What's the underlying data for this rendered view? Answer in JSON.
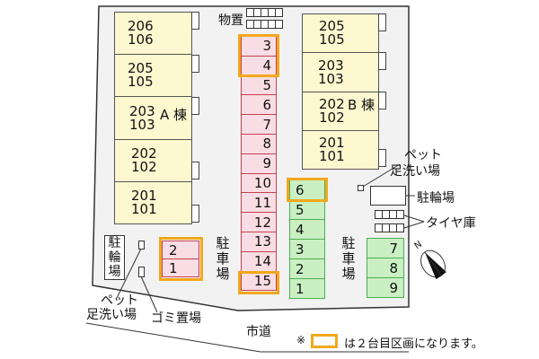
{
  "building_a": {
    "label": "A 棟",
    "units": [
      [
        "206",
        "106"
      ],
      [
        "205",
        "105"
      ],
      [
        "203",
        "103"
      ],
      [
        "202",
        "102"
      ],
      [
        "201",
        "101"
      ]
    ]
  },
  "building_b": {
    "label": "B 棟",
    "units": [
      [
        "205",
        "105"
      ],
      [
        "203",
        "103"
      ],
      [
        "202",
        "102"
      ],
      [
        "201",
        "101"
      ]
    ]
  },
  "storage_label": "物置",
  "parking_center": [
    "3",
    "4",
    "5",
    "6",
    "7",
    "8",
    "9",
    "10",
    "11",
    "12",
    "13",
    "14",
    "15"
  ],
  "parking_green": [
    "6",
    "5",
    "4",
    "3",
    "2",
    "1"
  ],
  "parking_right": [
    "7",
    "8",
    "9"
  ],
  "parking_small": [
    "2",
    "1"
  ],
  "parking_label": "駐車場",
  "bike_label": "駐輪場",
  "pet_label_1": "ペット",
  "pet_label_2": "足洗い場",
  "garbage_label": "ゴミ置場",
  "tire_label": "タイヤ庫",
  "road_label": "市道",
  "compass": "N",
  "legend": {
    "mark": "※",
    "text": "は２台目区画になります。"
  },
  "colors": {
    "second_space": "#f2a81d",
    "pink": "#f9dde4",
    "green": "#c9efc2",
    "building": "#fdf8cf"
  }
}
